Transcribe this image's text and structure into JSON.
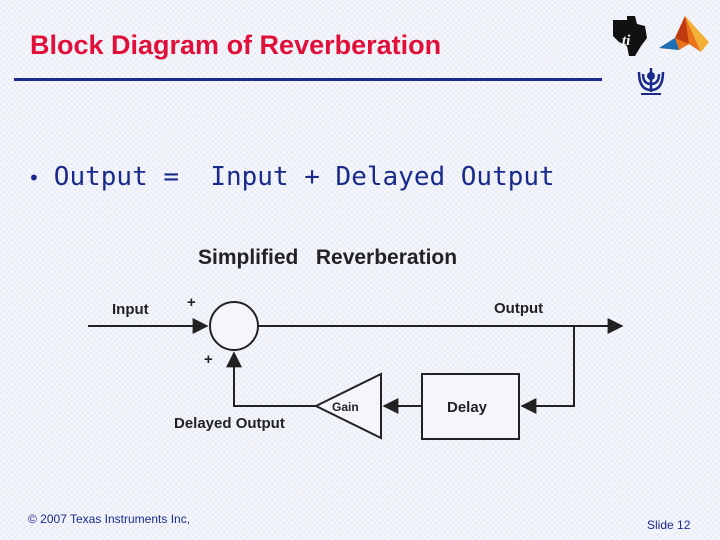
{
  "slide": {
    "title": "Block Diagram of Reverberation",
    "bullet": "Output =  Input + Delayed Output",
    "footer_left": "© 2007 Texas Instruments Inc,",
    "slide_label": "Slide",
    "slide_number": "12"
  },
  "diagram": {
    "title": "Simplified   Reverberation",
    "input_label": "Input",
    "output_label": "Output",
    "delayed_output_label": "Delayed Output",
    "gain_label": "Gain",
    "delay_label": "Delay",
    "plus_top": "+",
    "plus_bottom": "+"
  },
  "colors": {
    "title": "#e0103a",
    "text": "#1a2a8a",
    "rule": "#1a2a8a",
    "diagram_stroke": "#222222"
  },
  "icons": [
    "texas-instruments-logo",
    "matlab-logo",
    "tel-aviv-university-logo"
  ]
}
